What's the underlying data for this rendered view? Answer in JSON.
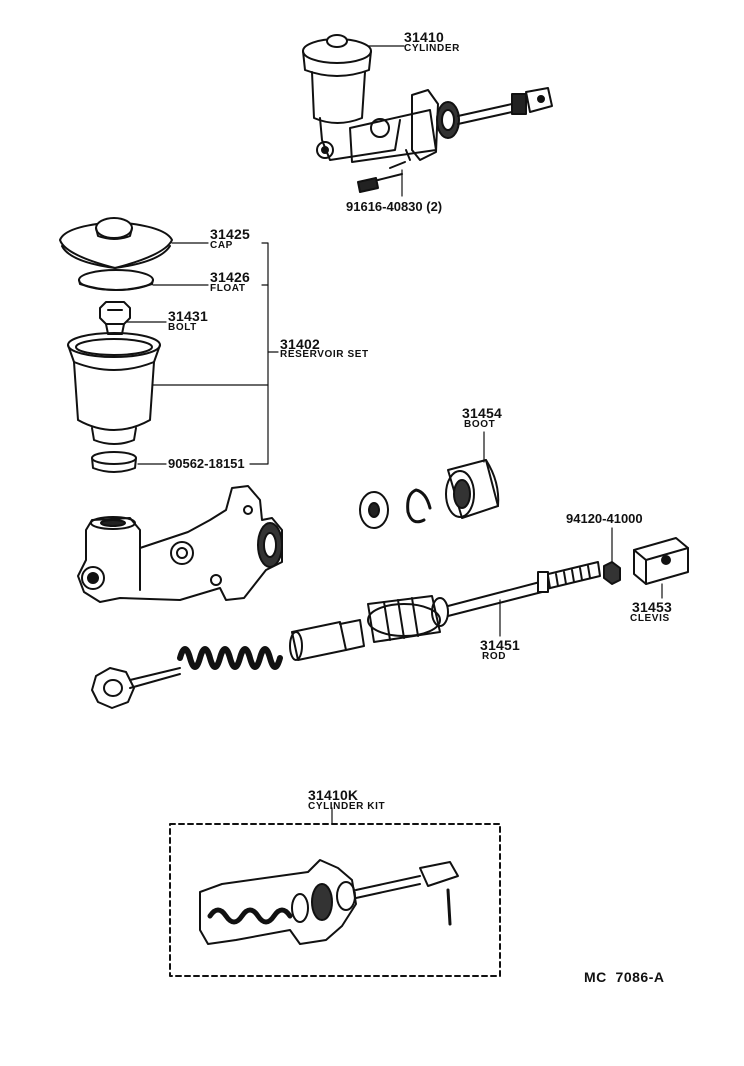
{
  "parts": [
    {
      "id": "cylinder",
      "number": "31410",
      "name": "CYLINDER"
    },
    {
      "id": "bolt-code",
      "number": "91616-40830 (2)"
    },
    {
      "id": "cap",
      "number": "31425",
      "name": "CAP"
    },
    {
      "id": "float",
      "number": "31426",
      "name": "FLOAT"
    },
    {
      "id": "bolt",
      "number": "31431",
      "name": "BOLT"
    },
    {
      "id": "reservoir-set",
      "number": "31402",
      "name": "RESERVOIR SET"
    },
    {
      "id": "grommet",
      "number": "90562-18151"
    },
    {
      "id": "boot",
      "number": "31454",
      "name": "BOOT"
    },
    {
      "id": "nut",
      "number": "94120-41000"
    },
    {
      "id": "clevis",
      "number": "31453",
      "name": "CLEVIS"
    },
    {
      "id": "rod",
      "number": "31451",
      "name": "ROD"
    },
    {
      "id": "cylinder-kit",
      "number": "31410K",
      "name": "CYLINDER KIT"
    }
  ],
  "diagram_ref": "MC  7086-A"
}
